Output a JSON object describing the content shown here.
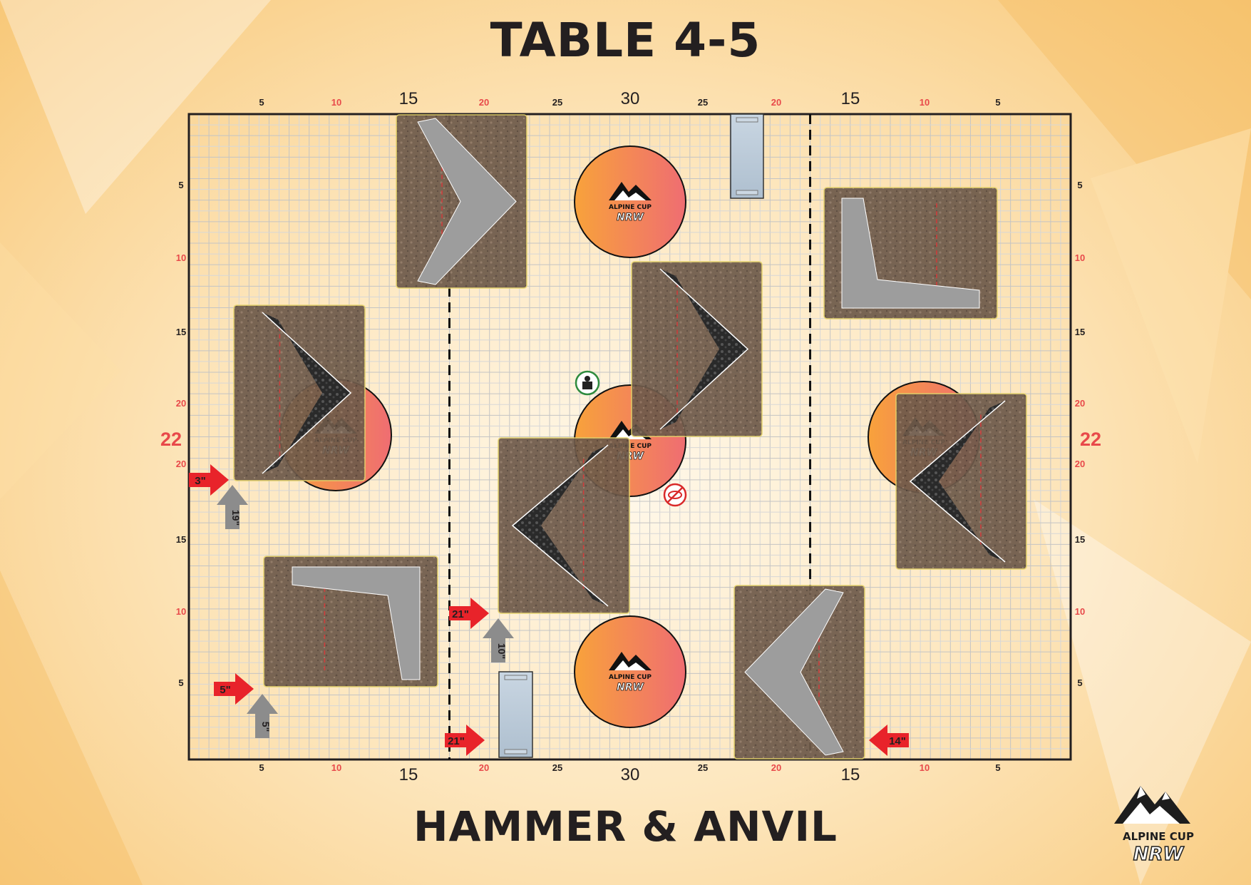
{
  "title": "TABLE 4-5",
  "mission": "HAMMER & ANVIL",
  "board": {
    "width_in": 44,
    "height_in": 30,
    "top_ruler": [
      "5",
      "10",
      "15",
      "20",
      "25",
      "30",
      "25",
      "20",
      "15",
      "10",
      "5"
    ],
    "bottom_ruler": [
      "5",
      "10",
      "15",
      "20",
      "25",
      "30",
      "25",
      "20",
      "15",
      "10",
      "5"
    ],
    "side_ruler": [
      "5",
      "10",
      "15",
      "20",
      "22",
      "20",
      "15",
      "10",
      "5"
    ],
    "deployment_lines_in": [
      13,
      31
    ],
    "grid": true
  },
  "colors": {
    "ruler_major": "#231f20",
    "ruler_red": "#e8494a",
    "objective_gradient": [
      "#f7a43a",
      "#ef6d6d"
    ],
    "ruin_fill": "#6e5a4a",
    "arrow_red": "#e8232a",
    "arrow_gray": "#8c8c8c"
  },
  "objectives": [
    {
      "name": "objective-top",
      "label": "ALPINE CUP",
      "badge": "NRW"
    },
    {
      "name": "objective-center",
      "label": "ALPINE CUP",
      "badge": "NRW"
    },
    {
      "name": "objective-bottom",
      "label": "ALPINE CUP",
      "badge": "NRW"
    },
    {
      "name": "objective-left",
      "label": "ALPINE CUP",
      "badge": "NRW"
    },
    {
      "name": "objective-right",
      "label": "ALPINE CUP",
      "badge": "NRW"
    }
  ],
  "measurements": [
    {
      "name": "measure-3",
      "label": "3\"",
      "kind": "red-right"
    },
    {
      "name": "measure-19",
      "label": "19\"",
      "kind": "gray-up"
    },
    {
      "name": "measure-5a",
      "label": "5\"",
      "kind": "red-right"
    },
    {
      "name": "measure-5b",
      "label": "5\"",
      "kind": "gray-up"
    },
    {
      "name": "measure-21a",
      "label": "21\"",
      "kind": "red-right"
    },
    {
      "name": "measure-10",
      "label": "10\"",
      "kind": "gray-up"
    },
    {
      "name": "measure-21b",
      "label": "21\"",
      "kind": "red-right"
    },
    {
      "name": "measure-14",
      "label": "14\"",
      "kind": "red-left"
    }
  ],
  "markers": [
    {
      "name": "unit-marker-icon",
      "kind": "infantry"
    },
    {
      "name": "line-of-sight-blocked-icon",
      "kind": "no-see"
    }
  ],
  "brand": {
    "line1": "ALPINE CUP",
    "line2": "NRW"
  }
}
